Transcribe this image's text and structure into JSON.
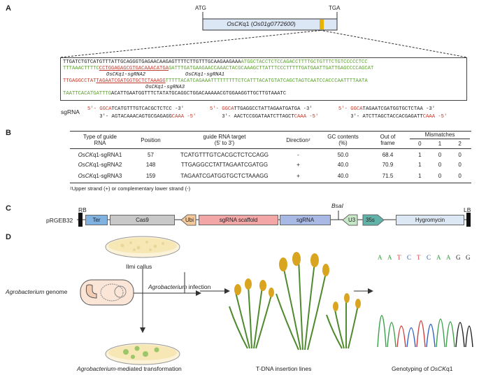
{
  "panels": {
    "a": "A",
    "b": "B",
    "c": "C",
    "d": "D"
  },
  "gene": {
    "start": "ATG",
    "stop": "TGA",
    "name_italic": "OsCK",
    "name_rest": "q1 (",
    "locus": "Os01g0772600",
    "close": ")"
  },
  "seq": {
    "l1a": "TTGATCTGTCATGTTTATTGCAGGGTGAGAACAAGAGTTTTCTTGTTTGCAAGAAGAAA",
    "l1b": "ATGGCTACCTCTCCAGACCTTTTGCTGTTTCTGTCCCCCTCC",
    "l2a": "TTTAAACTTTTC",
    "l2b": "CCTGGAGAGCGTGACAAACATGA",
    "l2c": "GATTTGATGAAGAACCAAACTACGCAAAGCTTATTTCCCTTTTTGATGAATTGATTGAGCCCCAGCAT",
    "g2": "OsCKq1-sgRNA2",
    "g1": "OsCKq1-sgRNA1",
    "l3a": "TTGAGGCCTAT",
    "l3b": "TAGAATCGATGGTGCTCTAAAGG",
    "l3c": "TTTTTACATCAGAAATTTTTTTTTCTCATTTACATGTATCAGCTAGTCAATCCACCCAATTTTAATA",
    "g3": "OsCKq1-sgRNA3",
    "l4a": "TAATTCACATGATTTG",
    "l4b": "ACATTGAATGGTTTCTATATGCAGGCTGGACAAAAACGTGGAAGGTTGCTTGTAAATC"
  },
  "sgrna": {
    "label": "sgRNA",
    "s1a": "5'- GGCA",
    "s1b": "TCATGTTTGTCACGCTCTCC -3'",
    "s1c": "3'- AGTACAAACAGTGCGAGAGG",
    "s1d": "CAAA -5'",
    "s2a": "5'- GGCA",
    "s2b": "TTGAGGCCTATTAGAATGATGA -3'",
    "s2c": "3'- AACTCCGGATAATCTTAGCT",
    "s2d": "CAAA -5'",
    "s3a": "5'- GGCA",
    "s3b": "TAGAATCGATGGTGCTCTAA -3'",
    "s3c": "3'- ATCTTAGCTACCACGAGATT",
    "s3d": "CAAA -5'"
  },
  "table": {
    "headers": [
      "Type of guide\nRNA",
      "Position",
      "guide RNA target\n(5' to 3')",
      "Directionᶻ",
      "GC contents\n(%)",
      "Out of\nframe",
      "Mismatches"
    ],
    "mm": [
      "0",
      "1",
      "2"
    ],
    "rows": [
      {
        "name_i": "OsCK",
        "name_r": "q1-sgRNA1",
        "pos": "57",
        "seq": "TCATGTTTGTCACGCTCTCCAGG",
        "dir": "-",
        "gc": "50.0",
        "oof": "68.4",
        "m0": "1",
        "m1": "0",
        "m2": "0"
      },
      {
        "name_i": "OsCK",
        "name_r": "q1-sgRNA2",
        "pos": "148",
        "seq": "TTGAGGCCTATTAGAATCGATGG",
        "dir": "+",
        "gc": "40.0",
        "oof": "70.9",
        "m0": "1",
        "m1": "0",
        "m2": "0"
      },
      {
        "name_i": "OsCK",
        "name_r": "q1-sgRNA3",
        "pos": "159",
        "seq": "TAGAATCGATGGTGCTCTAAAGG",
        "dir": "+",
        "gc": "40.0",
        "oof": "71.5",
        "m0": "1",
        "m1": "0",
        "m2": "0"
      }
    ],
    "footnote": "ᶻUpper strand (+) or complementary lower strand (-)"
  },
  "vector": {
    "name": "pRGEB32",
    "rb": "RB",
    "lb": "LB",
    "bsai": "BsaI",
    "segs": {
      "ter": "Ter",
      "cas9": "Cas9",
      "ubi": "Ubi",
      "scaffold": "sgRNA scaffold",
      "sgrna": "sgRNA",
      "u3": "U3",
      "p35s": "35s",
      "hyg": "Hygromycin"
    }
  },
  "workflow": {
    "callus": "Ilmi callus",
    "agro_i": "Agrobacterium",
    "agro_r": " genome",
    "inf_i": "Agrobacterium",
    "inf_r": " infection",
    "trans_i": "Agrobacterium",
    "trans_r": "-mediated transformation",
    "tdna": "T-DNA insertion lines",
    "geno_r": "Genotyping of ",
    "geno_i": "OsCK",
    "geno_r2": "q1",
    "bases": [
      "A",
      "A",
      "T",
      "C",
      "T",
      "C",
      "A",
      "A",
      "G",
      "G"
    ]
  },
  "colors": {
    "ter": "#7fb2e0",
    "cas9": "#c8c8c8",
    "ubi": "#f5c99a",
    "scaffold": "#f2a6a6",
    "sgrna": "#a9b9e6",
    "u3": "#c7e8c7",
    "p35s": "#5fb3a8",
    "hyg": "#dde8f5",
    "exon": "#dce7f6",
    "mark": "#e8b400"
  }
}
